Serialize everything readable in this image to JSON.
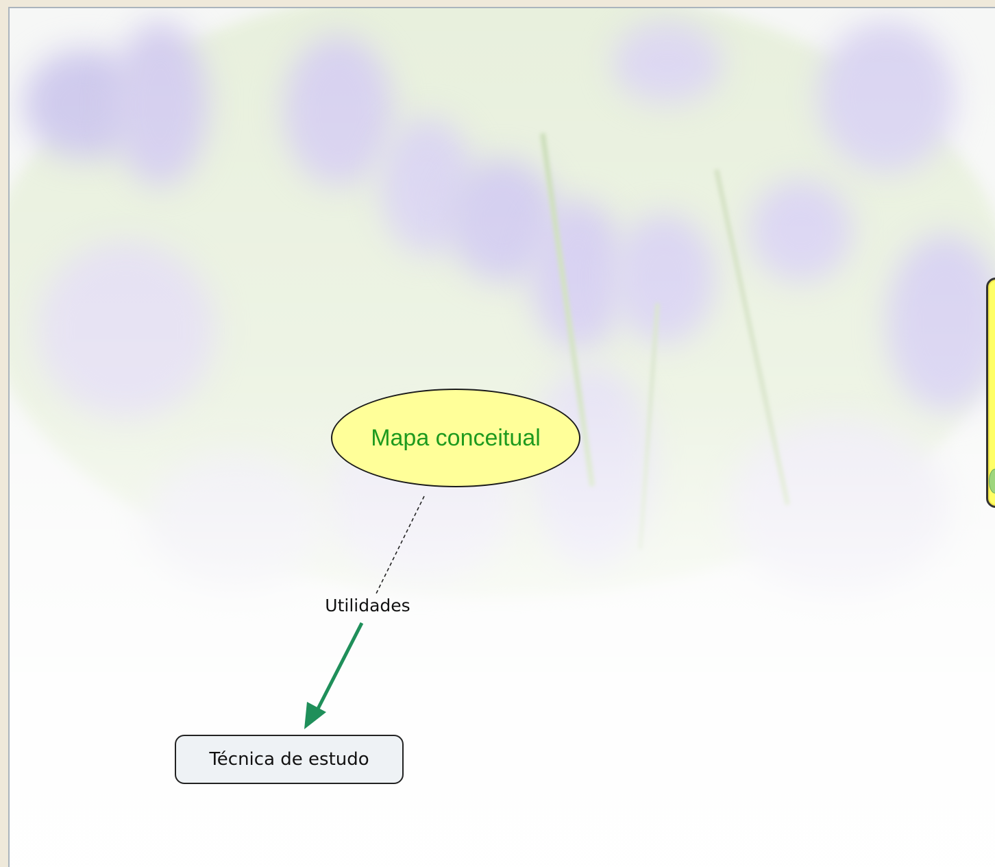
{
  "concepts": {
    "main": "Mapa conceitual",
    "child": "Técnica de estudo"
  },
  "link": {
    "label": "Utilidades"
  },
  "colors": {
    "main_fill": "#ffff99",
    "main_text": "#1e9a1e",
    "child_fill": "#eef2f5",
    "arrow": "#1f8f5a",
    "side_fill": "#ffff66"
  }
}
